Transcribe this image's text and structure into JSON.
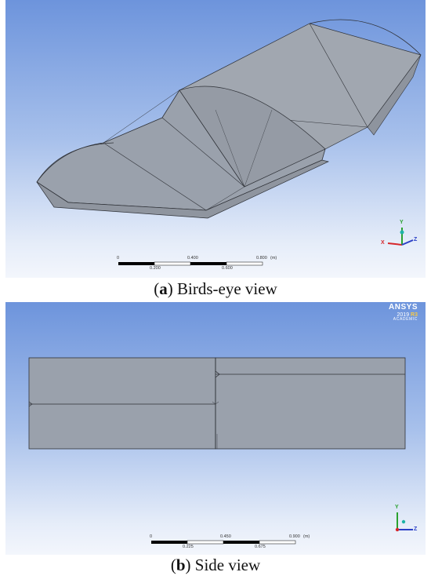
{
  "figure": {
    "panel_a": {
      "caption_letter": "a",
      "caption_text": " Birds-eye view",
      "scale": {
        "top_labels": [
          "0",
          "0.400",
          "0.800"
        ],
        "unit": "(m)",
        "bottom_labels": [
          "0.200",
          "0.600"
        ]
      },
      "axes": {
        "x": "X",
        "y": "Y",
        "z": "Z"
      }
    },
    "panel_b": {
      "caption_letter": "b",
      "caption_text": " Side view",
      "logo": {
        "brand": "ANSYS",
        "version": "2019",
        "release": "R3",
        "edition": "ACADEMIC"
      },
      "scale": {
        "top_labels": [
          "0",
          "0.450",
          "0.900"
        ],
        "unit": "(m)",
        "bottom_labels": [
          "0.225",
          "0.675"
        ]
      },
      "axes": {
        "y": "Y",
        "z": "Z"
      }
    }
  },
  "colors": {
    "body_fill": "#9aa1ac",
    "body_top": "#a7adb6",
    "edge": "#2f3238",
    "axis_x": "#d6262a",
    "axis_y": "#2aa12f",
    "axis_z": "#2a3fc6",
    "axis_iso": "#1fb3a7"
  }
}
